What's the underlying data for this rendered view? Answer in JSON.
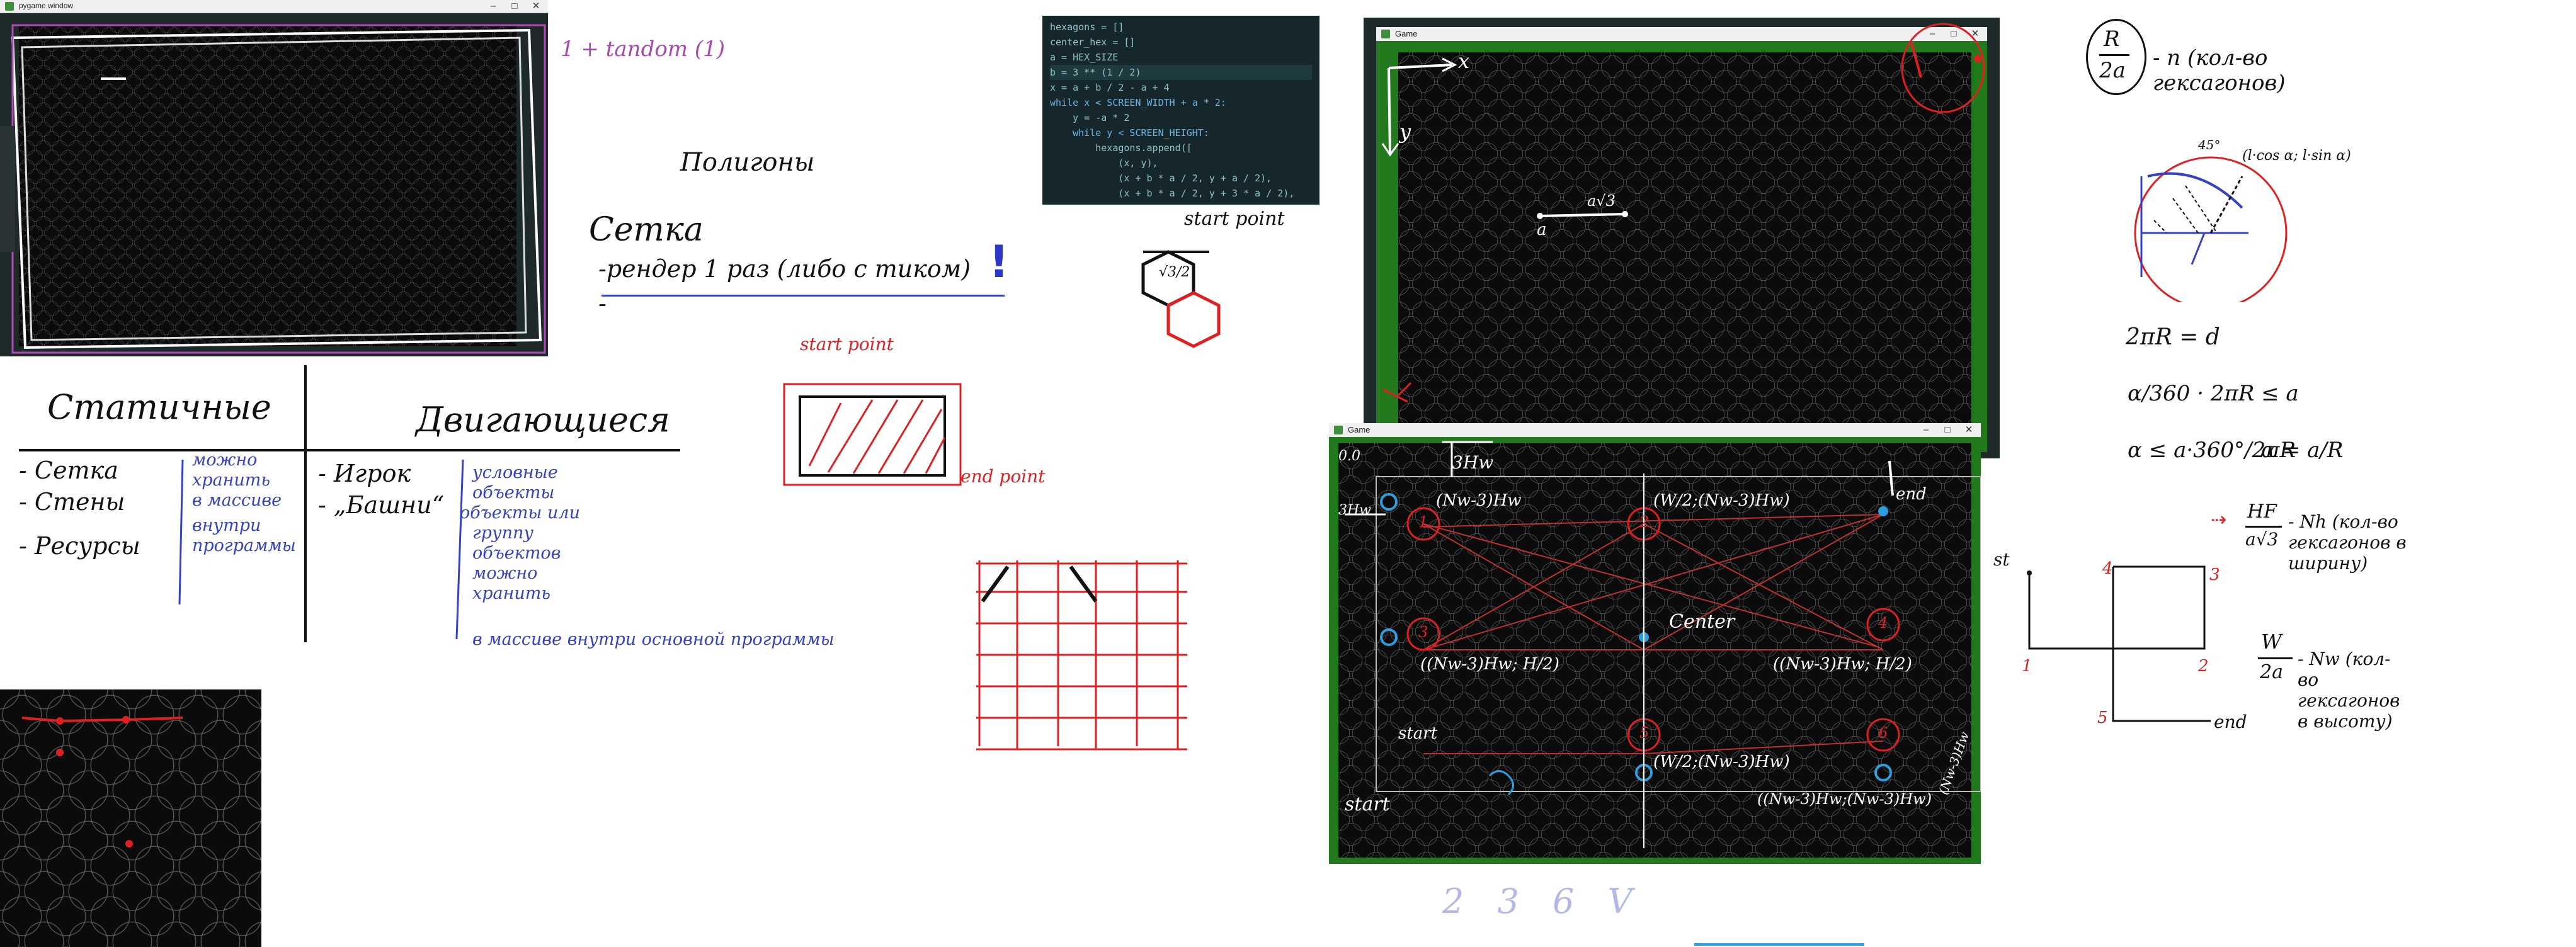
{
  "left_window": {
    "title": "pygame window",
    "note": "1 + tandom (1)"
  },
  "code_panel": {
    "lines": [
      "hexagons = []",
      "center_hex = []",
      "a = HEX_SIZE",
      "b = 3 ** (1 / 2)",
      "x = a + b / 2 - a + 4",
      "while x < SCREEN_WIDTH + a * 2:",
      "    y = -a * 2",
      "    while y < SCREEN_HEIGHT:",
      "        hexagons.append([",
      "            (x, y),",
      "            (x + b * a / 2, y + a / 2),",
      "            (x + b * a / 2, y + 3 * a / 2),"
    ]
  },
  "notes_center": {
    "polygons": "Полигоны",
    "grid_title": "Сетка",
    "grid_line1": "-рендер 1 раз (либо с тиком)",
    "grid_line2": "-",
    "exclaim": "!"
  },
  "table": {
    "static_header": "Статичные",
    "dynamic_header": "Двигающиеся",
    "static_items": [
      "- Сетка",
      "- Стены",
      "- Ресурсы"
    ],
    "static_note": [
      "можно",
      "хранить",
      "в массиве",
      "внутри",
      "программы"
    ],
    "dynamic_items": [
      "- Игрок",
      "- „Башни“"
    ],
    "dynamic_note": [
      "условные",
      "объекты",
      "объекты или",
      "группу",
      "объектов",
      "можно",
      "хранить"
    ],
    "bottom_note": "в массиве внутри основной программы"
  },
  "rect_sketch": {
    "start": "start point",
    "end": "end point"
  },
  "hex_sketch": {
    "label": "start point",
    "frac": "√3/2"
  },
  "game1": {
    "title": "Game",
    "axis_x": "x",
    "axis_y": "y",
    "a_label": "a",
    "a3_label": "a√3"
  },
  "game2": {
    "title": "Game",
    "origin": "0.0",
    "h3": "3Hw",
    "h3_left": "3Hw",
    "center": "Center",
    "start": "start",
    "start2": "start",
    "end": "end",
    "nums": [
      "1",
      "2",
      "3",
      "4",
      "5",
      "6"
    ],
    "f_top1": "(Nw-3)Hw",
    "f_top2": "(W/2;(Nw-3)Hw)",
    "f_left": "((Nw-3)Hw; H/2)",
    "f_right": "((Nw-3)Hw; H/2)",
    "f_bottom": "(W/2;(Nw-3)Hw)",
    "f_bottom_right": "((Nw-3)Hw;(Nw-3)Hw)",
    "tag_right": "(Nw-3)Hw"
  },
  "bottom_numbers": "2 3 6 V",
  "right_notes": {
    "ratio_top": "R",
    "ratio_bottom": "2a",
    "ratio_text": "- n (кол-во гексагонов)",
    "circle_label": "(l·cos α; l·sin α)",
    "angle": "45°",
    "eq1": "2πR = d",
    "eq2": "α/360 · 2πR ≤ a",
    "eq3a": "α ≤ a·360°/2πR",
    "eq3b": "α = a/R",
    "hf_top": "HF",
    "hf_bottom": "a√3",
    "hf_text": "- Nh (кол-во гексагонов в ширину)",
    "w_top": "W",
    "w_bottom": "2a",
    "w_text": "- Nw (кол-во гексагонов в высоту)",
    "path": {
      "st": "st",
      "end": "end",
      "n1": "1",
      "n2": "2",
      "n3": "3",
      "n4": "4",
      "n5": "5"
    }
  }
}
